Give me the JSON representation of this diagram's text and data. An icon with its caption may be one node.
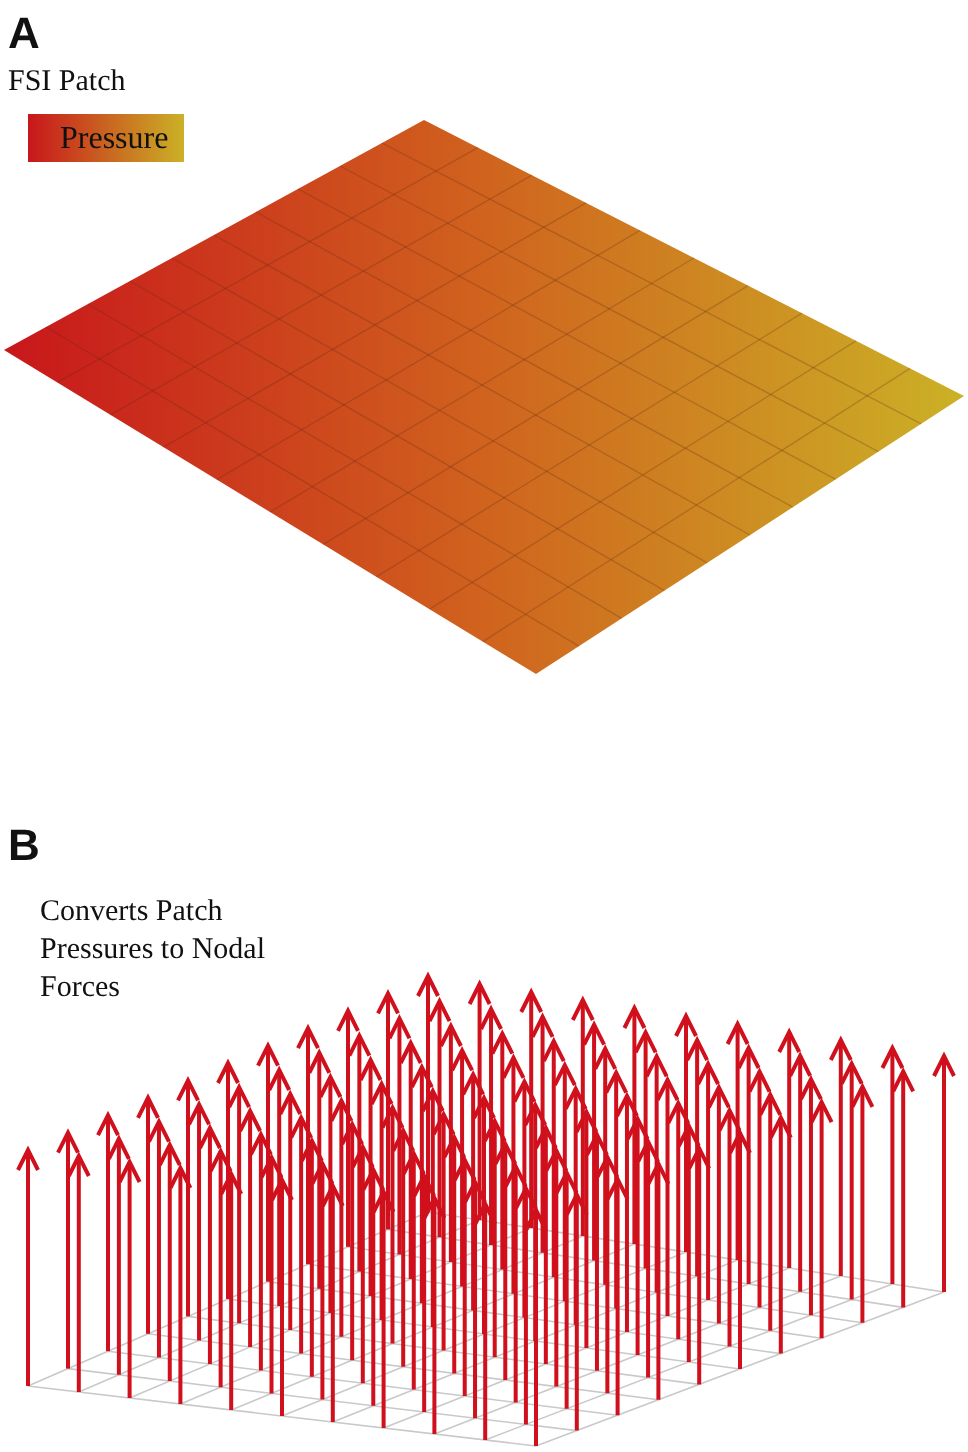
{
  "diagram": {
    "labels": [
      "A",
      "FSI Patch",
      "B",
      "Converts Patch Pressures to Nodal Forces"
    ],
    "legend": [
      {
        "text": "Pressure"
      }
    ]
  }
}
